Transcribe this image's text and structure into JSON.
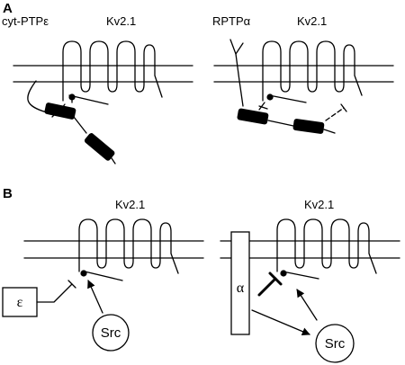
{
  "panel_a": {
    "letter": "A",
    "left": {
      "enzyme_label": "cyt-PTPε",
      "channel_label": "Kv2.1"
    },
    "right": {
      "enzyme_label": "RPTPα",
      "channel_label": "Kv2.1"
    }
  },
  "panel_b": {
    "letter": "B",
    "left": {
      "channel_label": "Kv2.1",
      "phosphatase_label": "ε",
      "kinase_label": "Src"
    },
    "right": {
      "channel_label": "Kv2.1",
      "phosphatase_label": "α",
      "kinase_label": "Src"
    }
  },
  "colors": {
    "line": "#000000",
    "background": "#ffffff"
  }
}
